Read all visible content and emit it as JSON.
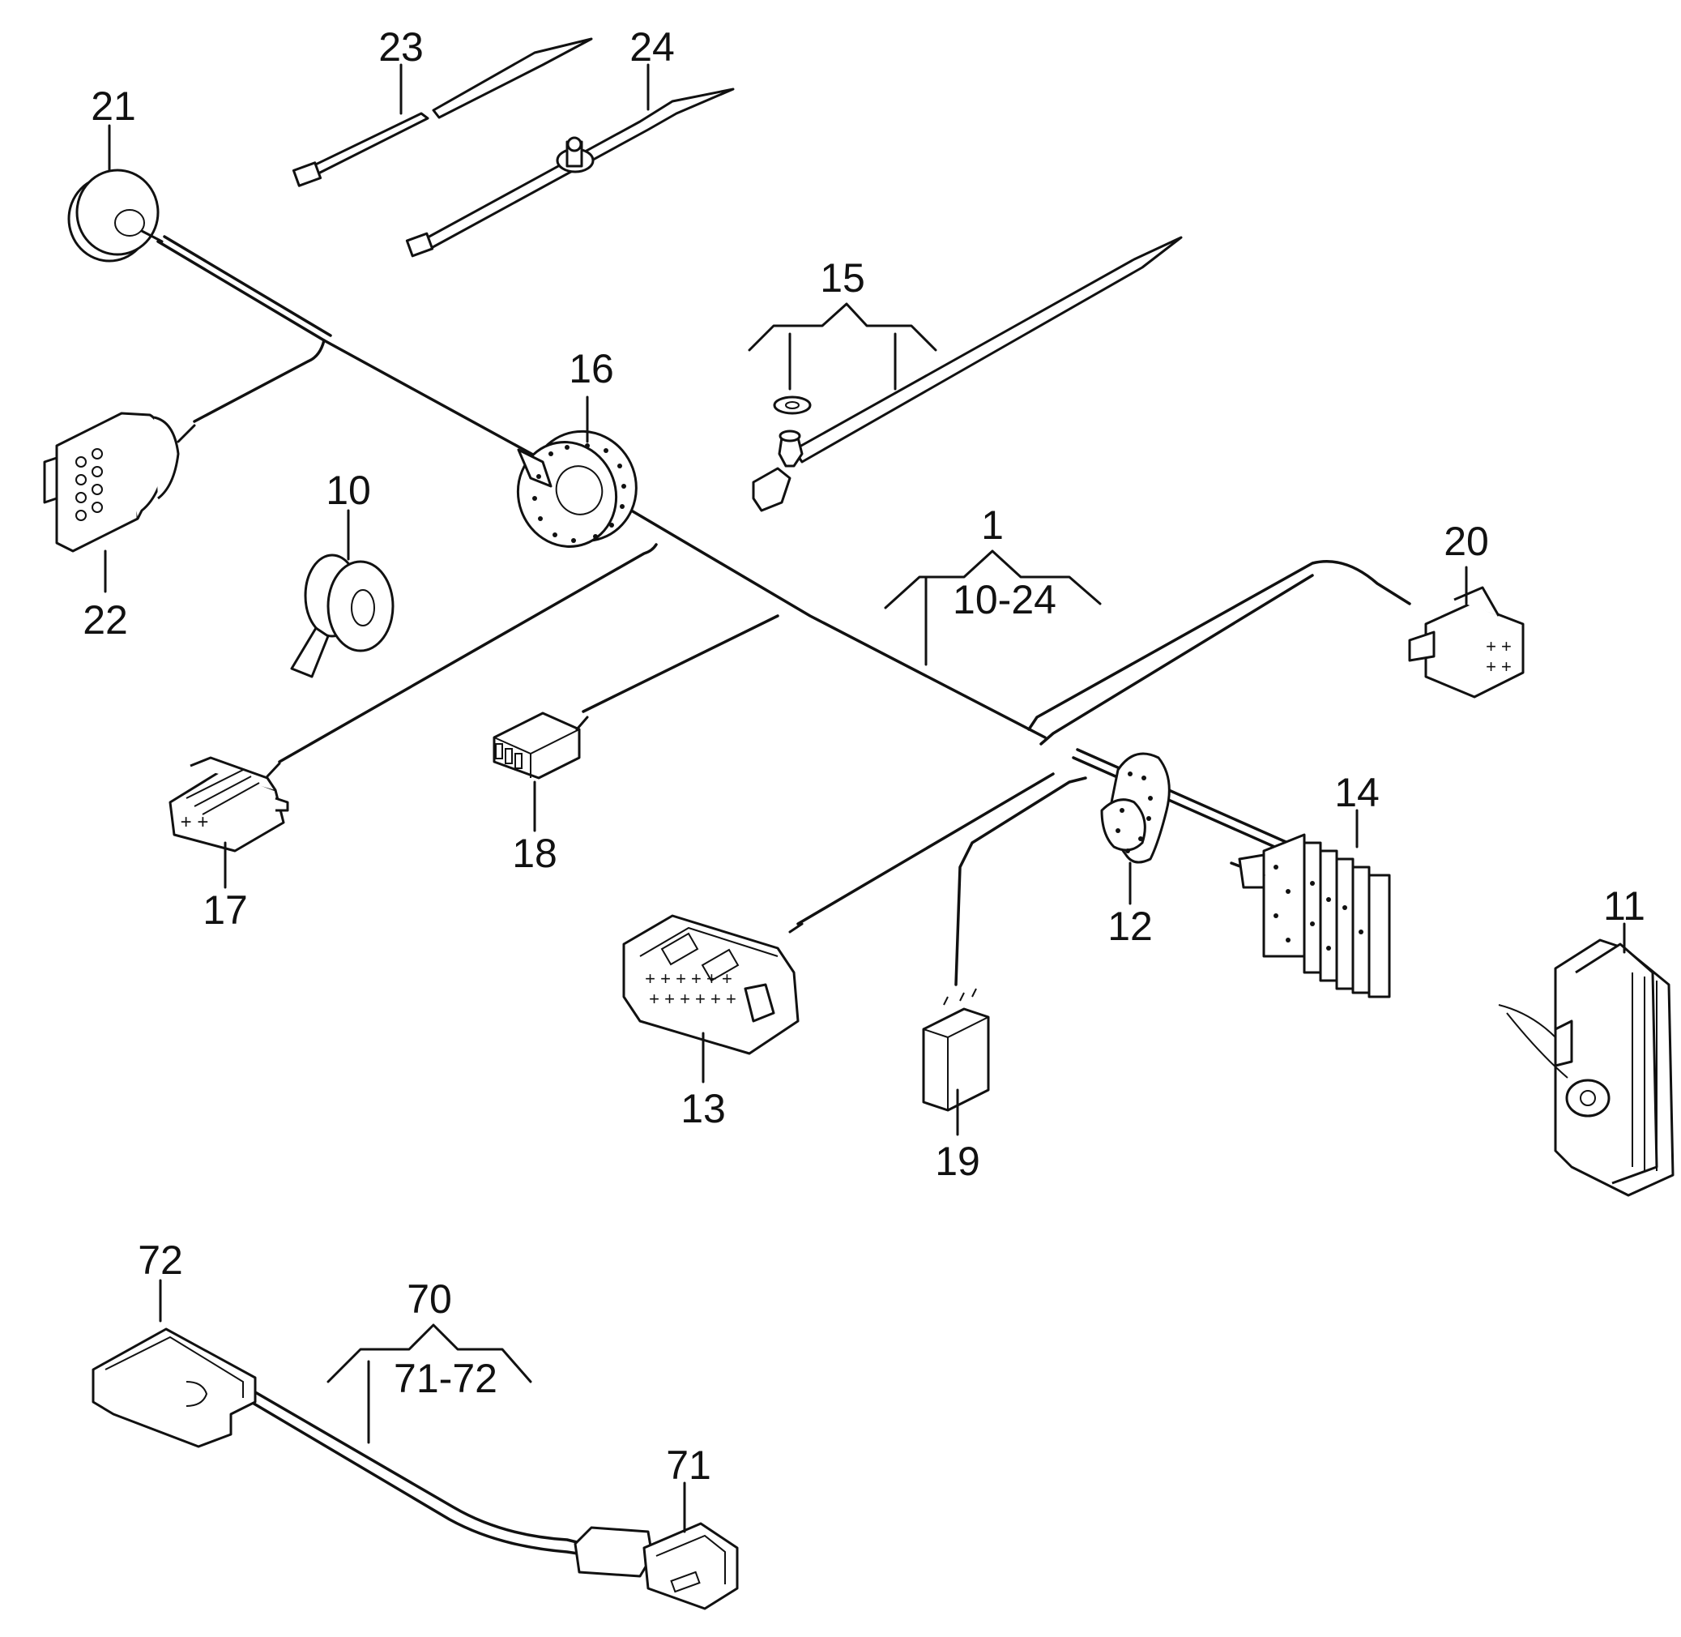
{
  "callouts": {
    "c1": "1",
    "c1_range": "10-24",
    "c10": "10",
    "c11": "11",
    "c12": "12",
    "c13": "13",
    "c14": "14",
    "c15": "15",
    "c16": "16",
    "c17": "17",
    "c18": "18",
    "c19": "19",
    "c20": "20",
    "c21": "21",
    "c22": "22",
    "c23": "23",
    "c24": "24",
    "c70": "70",
    "c70_range": "71-72",
    "c71": "71",
    "c72": "72"
  },
  "colors": {
    "line": "#111111",
    "background": "#ffffff"
  }
}
